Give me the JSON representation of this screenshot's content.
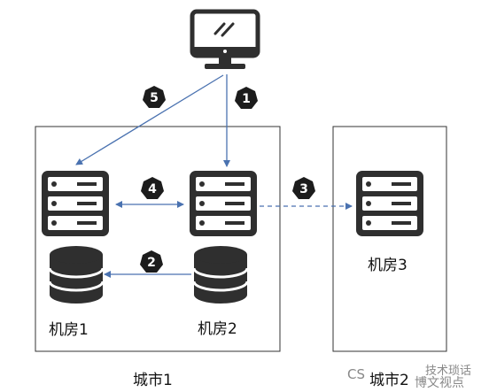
{
  "labels": {
    "room1": "机房1",
    "room2": "机房2",
    "room3": "机房3",
    "city1": "城市1",
    "city2": "城市2"
  },
  "steps": [
    "1",
    "2",
    "3",
    "4",
    "5"
  ],
  "watermark": {
    "left": "CS",
    "right": "技术琐话",
    "right2": "博文视点"
  },
  "colors": {
    "arrow": "#4a72b0",
    "icon": "#2f2f2f",
    "badge": "#1c1c1c"
  }
}
